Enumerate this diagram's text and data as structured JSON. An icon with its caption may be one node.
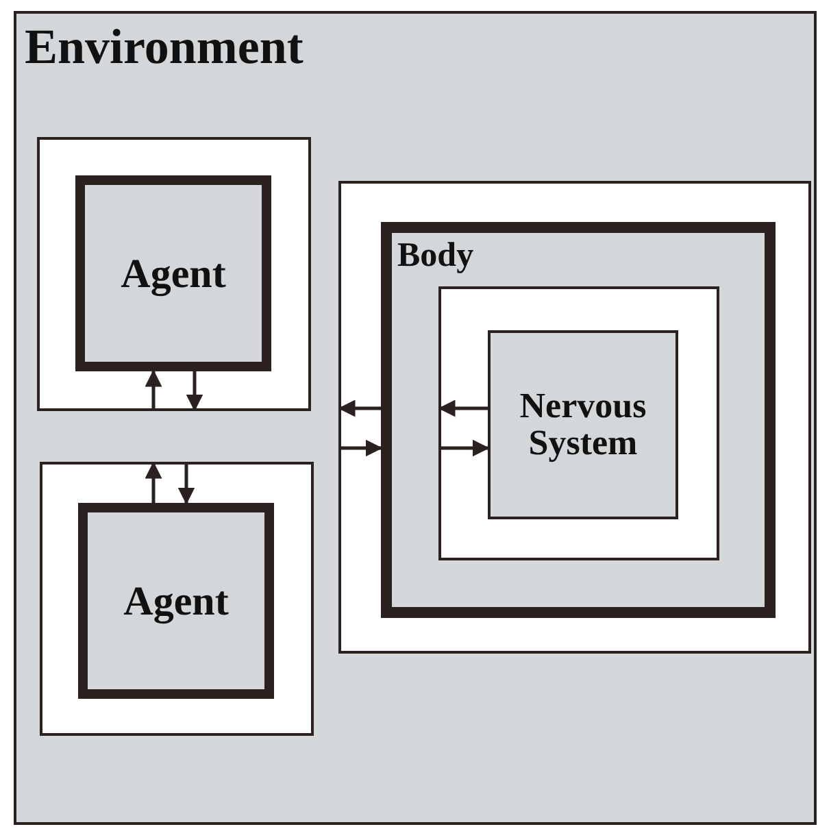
{
  "diagram": {
    "nodes": [
      {
        "text": [
          "Environment"
        ]
      },
      {
        "text": [],
        "shape": "box",
        "in": 0
      },
      {
        "text": [
          "Agent"
        ],
        "in": 1
      },
      {
        "text": [],
        "shape": "box",
        "in": 0
      },
      {
        "text": [
          "Agent"
        ],
        "in": 3
      },
      {
        "text": [],
        "shape": "box",
        "in": 0
      },
      {
        "text": [
          "Body"
        ],
        "in": 5
      },
      {
        "text": [],
        "shape": "box",
        "in": 6
      },
      {
        "text": [
          "Nervous System"
        ],
        "in": 7
      }
    ],
    "edges": [
      {
        "from": 1,
        "to": 2,
        "arrow": "to"
      },
      {
        "from": 2,
        "to": 1,
        "arrow": "to"
      },
      {
        "from": 4,
        "to": 3,
        "arrow": "to"
      },
      {
        "from": 3,
        "to": 4,
        "arrow": "to"
      },
      {
        "from": 6,
        "to": 5,
        "arrow": "to"
      },
      {
        "from": 5,
        "to": 6,
        "arrow": "to"
      },
      {
        "from": 8,
        "to": 7,
        "arrow": "to"
      },
      {
        "from": 7,
        "to": 8,
        "arrow": "to"
      }
    ]
  }
}
